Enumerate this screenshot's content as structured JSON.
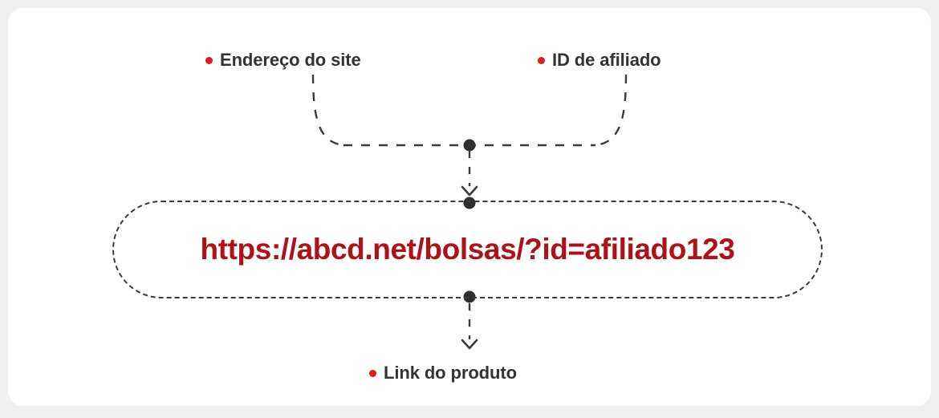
{
  "page": {
    "background_color": "#efeff0",
    "card_color": "#ffffff"
  },
  "diagram": {
    "title_labels": {
      "site": "Endereço do site",
      "affiliate": "ID de afiliado",
      "product": "Link do produto"
    },
    "url_value": "https://abcd.net/bolsas/?id=afiliado123",
    "colors": {
      "bullet_red": "#dd1c1c",
      "url_red": "#b01116",
      "label_gray": "#333333",
      "line_gray": "#3b3b3b"
    },
    "connectors": {
      "junction_dot_top": "merge-point",
      "arrow_to_box": "down-arrow",
      "dot_on_box_top": "box-entry-point",
      "dot_on_box_bottom": "box-exit-point",
      "arrow_to_product": "down-arrow"
    }
  }
}
